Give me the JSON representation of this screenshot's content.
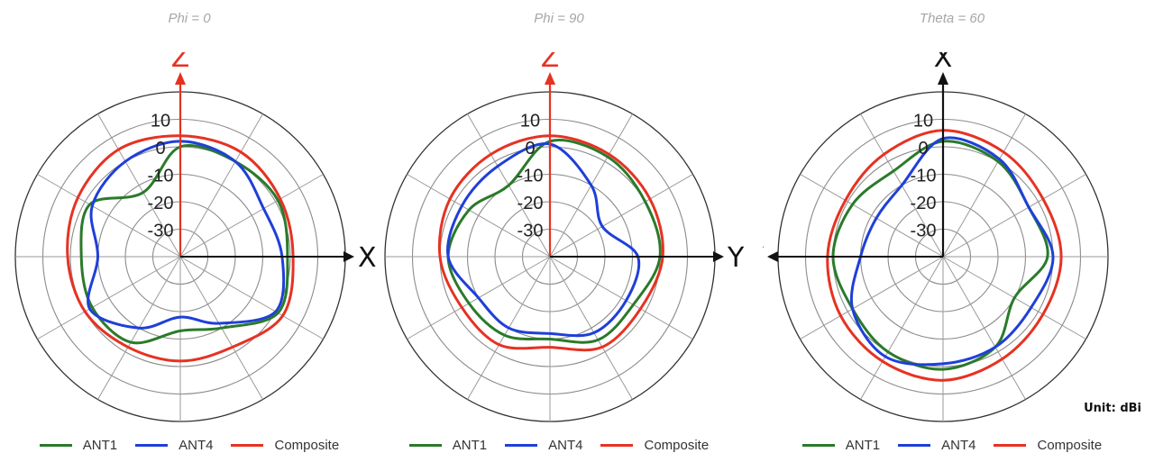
{
  "unit_label": "Unit: dBi",
  "colors": {
    "ANT1": "#2a7a2a",
    "ANT4": "#1f3fd9",
    "Composite": "#e63222"
  },
  "chart_data": [
    {
      "type": "polar-line",
      "title": "Phi = 0",
      "axis_up_label": "Z",
      "axis_right_label": "X",
      "axis_left_label": "",
      "radial_ticks": [
        "10",
        "0",
        "-10",
        "-20",
        "-30"
      ],
      "rlim": [
        -40,
        20
      ],
      "legend": [
        "ANT1",
        "ANT4",
        "Composite"
      ],
      "series": [
        {
          "name": "ANT1",
          "angle_deg": [
            0,
            30,
            60,
            90,
            120,
            150,
            180,
            210,
            240,
            270,
            300,
            330
          ],
          "values": [
            0,
            0,
            1,
            -1,
            1,
            -10,
            -13,
            -4,
            -3,
            -4,
            -2,
            -13
          ]
        },
        {
          "name": "ANT4",
          "angle_deg": [
            0,
            30,
            60,
            90,
            120,
            150,
            180,
            210,
            240,
            270,
            300,
            330
          ],
          "values": [
            2,
            0,
            -5,
            -3,
            0,
            -12,
            -18,
            -10,
            -2,
            -10,
            -3,
            0
          ]
        },
        {
          "name": "Composite",
          "angle_deg": [
            0,
            30,
            60,
            90,
            120,
            150,
            180,
            210,
            240,
            270,
            300,
            330
          ],
          "values": [
            4,
            4,
            2,
            1,
            3,
            -2,
            -2,
            -2,
            0,
            1,
            3,
            5
          ]
        }
      ]
    },
    {
      "type": "polar-line",
      "title": "Phi = 90",
      "axis_up_label": "Z",
      "axis_right_label": "Y",
      "axis_left_label": "",
      "radial_ticks": [
        "10",
        "0",
        "-10",
        "-20",
        "-30"
      ],
      "rlim": [
        -40,
        20
      ],
      "legend": [
        "ANT1",
        "ANT4",
        "Composite"
      ],
      "series": [
        {
          "name": "ANT1",
          "angle_deg": [
            0,
            30,
            60,
            90,
            120,
            150,
            180,
            210,
            240,
            270,
            300,
            330
          ],
          "values": [
            2,
            2,
            0,
            0,
            -5,
            -5,
            -10,
            -7,
            -6,
            -3,
            -6,
            -10
          ]
        },
        {
          "name": "ANT4",
          "angle_deg": [
            0,
            30,
            60,
            90,
            120,
            150,
            180,
            210,
            240,
            270,
            300,
            330
          ],
          "values": [
            1,
            -10,
            -18,
            -8,
            -8,
            -8,
            -12,
            -10,
            -10,
            -3,
            -3,
            -2
          ]
        },
        {
          "name": "Composite",
          "angle_deg": [
            0,
            30,
            60,
            90,
            120,
            150,
            180,
            210,
            240,
            270,
            300,
            330
          ],
          "values": [
            4,
            3,
            2,
            1,
            -2,
            -2,
            -7,
            -3,
            -3,
            0,
            2,
            3
          ]
        }
      ]
    },
    {
      "type": "polar-line",
      "title": "Theta = 60",
      "axis_up_label": "X",
      "axis_right_label": "",
      "axis_left_label": "Y",
      "radial_ticks": [
        "10",
        "0",
        "-10",
        "-20",
        "-30"
      ],
      "rlim": [
        -40,
        20
      ],
      "legend": [
        "ANT1",
        "ANT4",
        "Composite"
      ],
      "series": [
        {
          "name": "ANT1",
          "angle_deg": [
            0,
            30,
            60,
            90,
            120,
            150,
            180,
            210,
            240,
            270,
            300,
            330
          ],
          "values": [
            2,
            0,
            -4,
            -2,
            -10,
            -2,
            1,
            0,
            -2,
            0,
            -2,
            -4
          ]
        },
        {
          "name": "ANT4",
          "angle_deg": [
            0,
            30,
            60,
            90,
            120,
            150,
            180,
            210,
            240,
            270,
            300,
            330
          ],
          "values": [
            3,
            1,
            -4,
            0,
            -3,
            -2,
            -1,
            2,
            -2,
            -10,
            -12,
            -10
          ]
        },
        {
          "name": "Composite",
          "angle_deg": [
            0,
            30,
            60,
            90,
            120,
            150,
            180,
            210,
            240,
            270,
            300,
            330
          ],
          "values": [
            6,
            4,
            2,
            3,
            2,
            3,
            5,
            4,
            3,
            2,
            1,
            3
          ]
        }
      ]
    }
  ]
}
